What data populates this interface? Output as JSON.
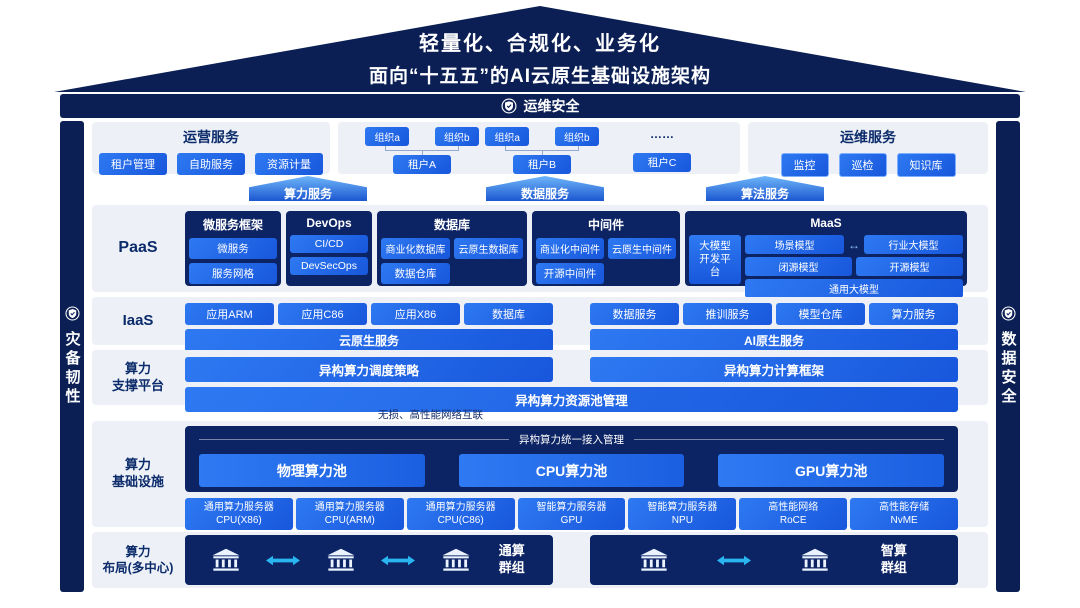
{
  "colors": {
    "navy": "#0B1F55",
    "box_navy": "#0C2464",
    "blue": "#1857DC",
    "blue_light": "#2E79F2",
    "cyan": "#29B6F0",
    "panel_gray": "#EDF1F7",
    "title_text": "#0C2B6B"
  },
  "roof": {
    "line1": "轻量化、合规化、业务化",
    "line2": "面向“十五五”的AI云原生基础设施架构"
  },
  "security": {
    "top": "运维安全",
    "left": "灾备韧性",
    "right": "数据安全"
  },
  "services_row": {
    "operation": {
      "title": "运营服务",
      "items": [
        "租户管理",
        "自助服务",
        "资源计量"
      ]
    },
    "tenants": {
      "clusters": [
        {
          "orgs": [
            "组织a",
            "组织b"
          ],
          "tenant": "租户A"
        },
        {
          "orgs": [
            "组织a",
            "组织b"
          ],
          "tenant": "租户B"
        },
        {
          "dots": "……",
          "tenant": "租户C"
        }
      ]
    },
    "maintenance": {
      "title": "运维服务",
      "items": [
        "监控",
        "巡检",
        "知识库"
      ]
    }
  },
  "service_arrows": [
    "算力服务",
    "数据服务",
    "算法服务"
  ],
  "paas": {
    "label": "PaaS",
    "groups": [
      {
        "title": "微服务框架",
        "stack": [
          "微服务",
          "服务网格"
        ]
      },
      {
        "title": "DevOps",
        "stack": [
          "CI/CD",
          "DevSecOps"
        ]
      },
      {
        "title": "数据库",
        "row1": [
          "商业化数据库",
          "云原生数据库"
        ],
        "row2": [
          "数据仓库"
        ]
      },
      {
        "title": "中间件",
        "row1": [
          "商业化中间件",
          "云原生中间件"
        ],
        "row2": [
          "开源中间件"
        ]
      }
    ],
    "maas": {
      "title": "MaaS",
      "platform": "大模型开发平台",
      "scenario": "场景模型",
      "industry": "行业大模型",
      "closed": "闭源模型",
      "open": "开源模型",
      "general": "通用大模型",
      "arrow": "↔"
    }
  },
  "iaas": {
    "label": "IaaS",
    "left": {
      "chips": [
        "应用ARM",
        "应用C86",
        "应用X86",
        "数据库"
      ],
      "bar": "云原生服务"
    },
    "right": {
      "chips": [
        "数据服务",
        "推训服务",
        "模型仓库",
        "算力服务"
      ],
      "bar": "AI原生服务"
    }
  },
  "support": {
    "label_line1": "算力",
    "label_line2": "支撑平台",
    "bar_left": "异构算力调度策略",
    "bar_right": "异构算力计算框架",
    "bar_bottom": "异构算力资源池管理"
  },
  "network_note": "无损、高性能网络互联",
  "infra": {
    "label_line1": "算力",
    "label_line2": "基础设施",
    "banner": "异构算力统一接入管理",
    "pools": [
      "物理算力池",
      "CPU算力池",
      "GPU算力池"
    ],
    "servers": [
      {
        "line1": "通用算力服务器",
        "line2": "CPU(X86)"
      },
      {
        "line1": "通用算力服务器",
        "line2": "CPU(ARM)"
      },
      {
        "line1": "通用算力服务器",
        "line2": "CPU(C86)"
      },
      {
        "line1": "智能算力服务器",
        "line2": "GPU"
      },
      {
        "line1": "智能算力服务器",
        "line2": "NPU"
      },
      {
        "line1": "高性能网络",
        "line2": "RoCE"
      },
      {
        "line1": "高性能存储",
        "line2": "NvME"
      }
    ]
  },
  "multi_center": {
    "label_line1": "算力",
    "label_line2": "布局(多中心)",
    "groups": [
      {
        "name": "通算群组",
        "centers": 3
      },
      {
        "name": "智算群组",
        "centers": 2
      }
    ]
  }
}
